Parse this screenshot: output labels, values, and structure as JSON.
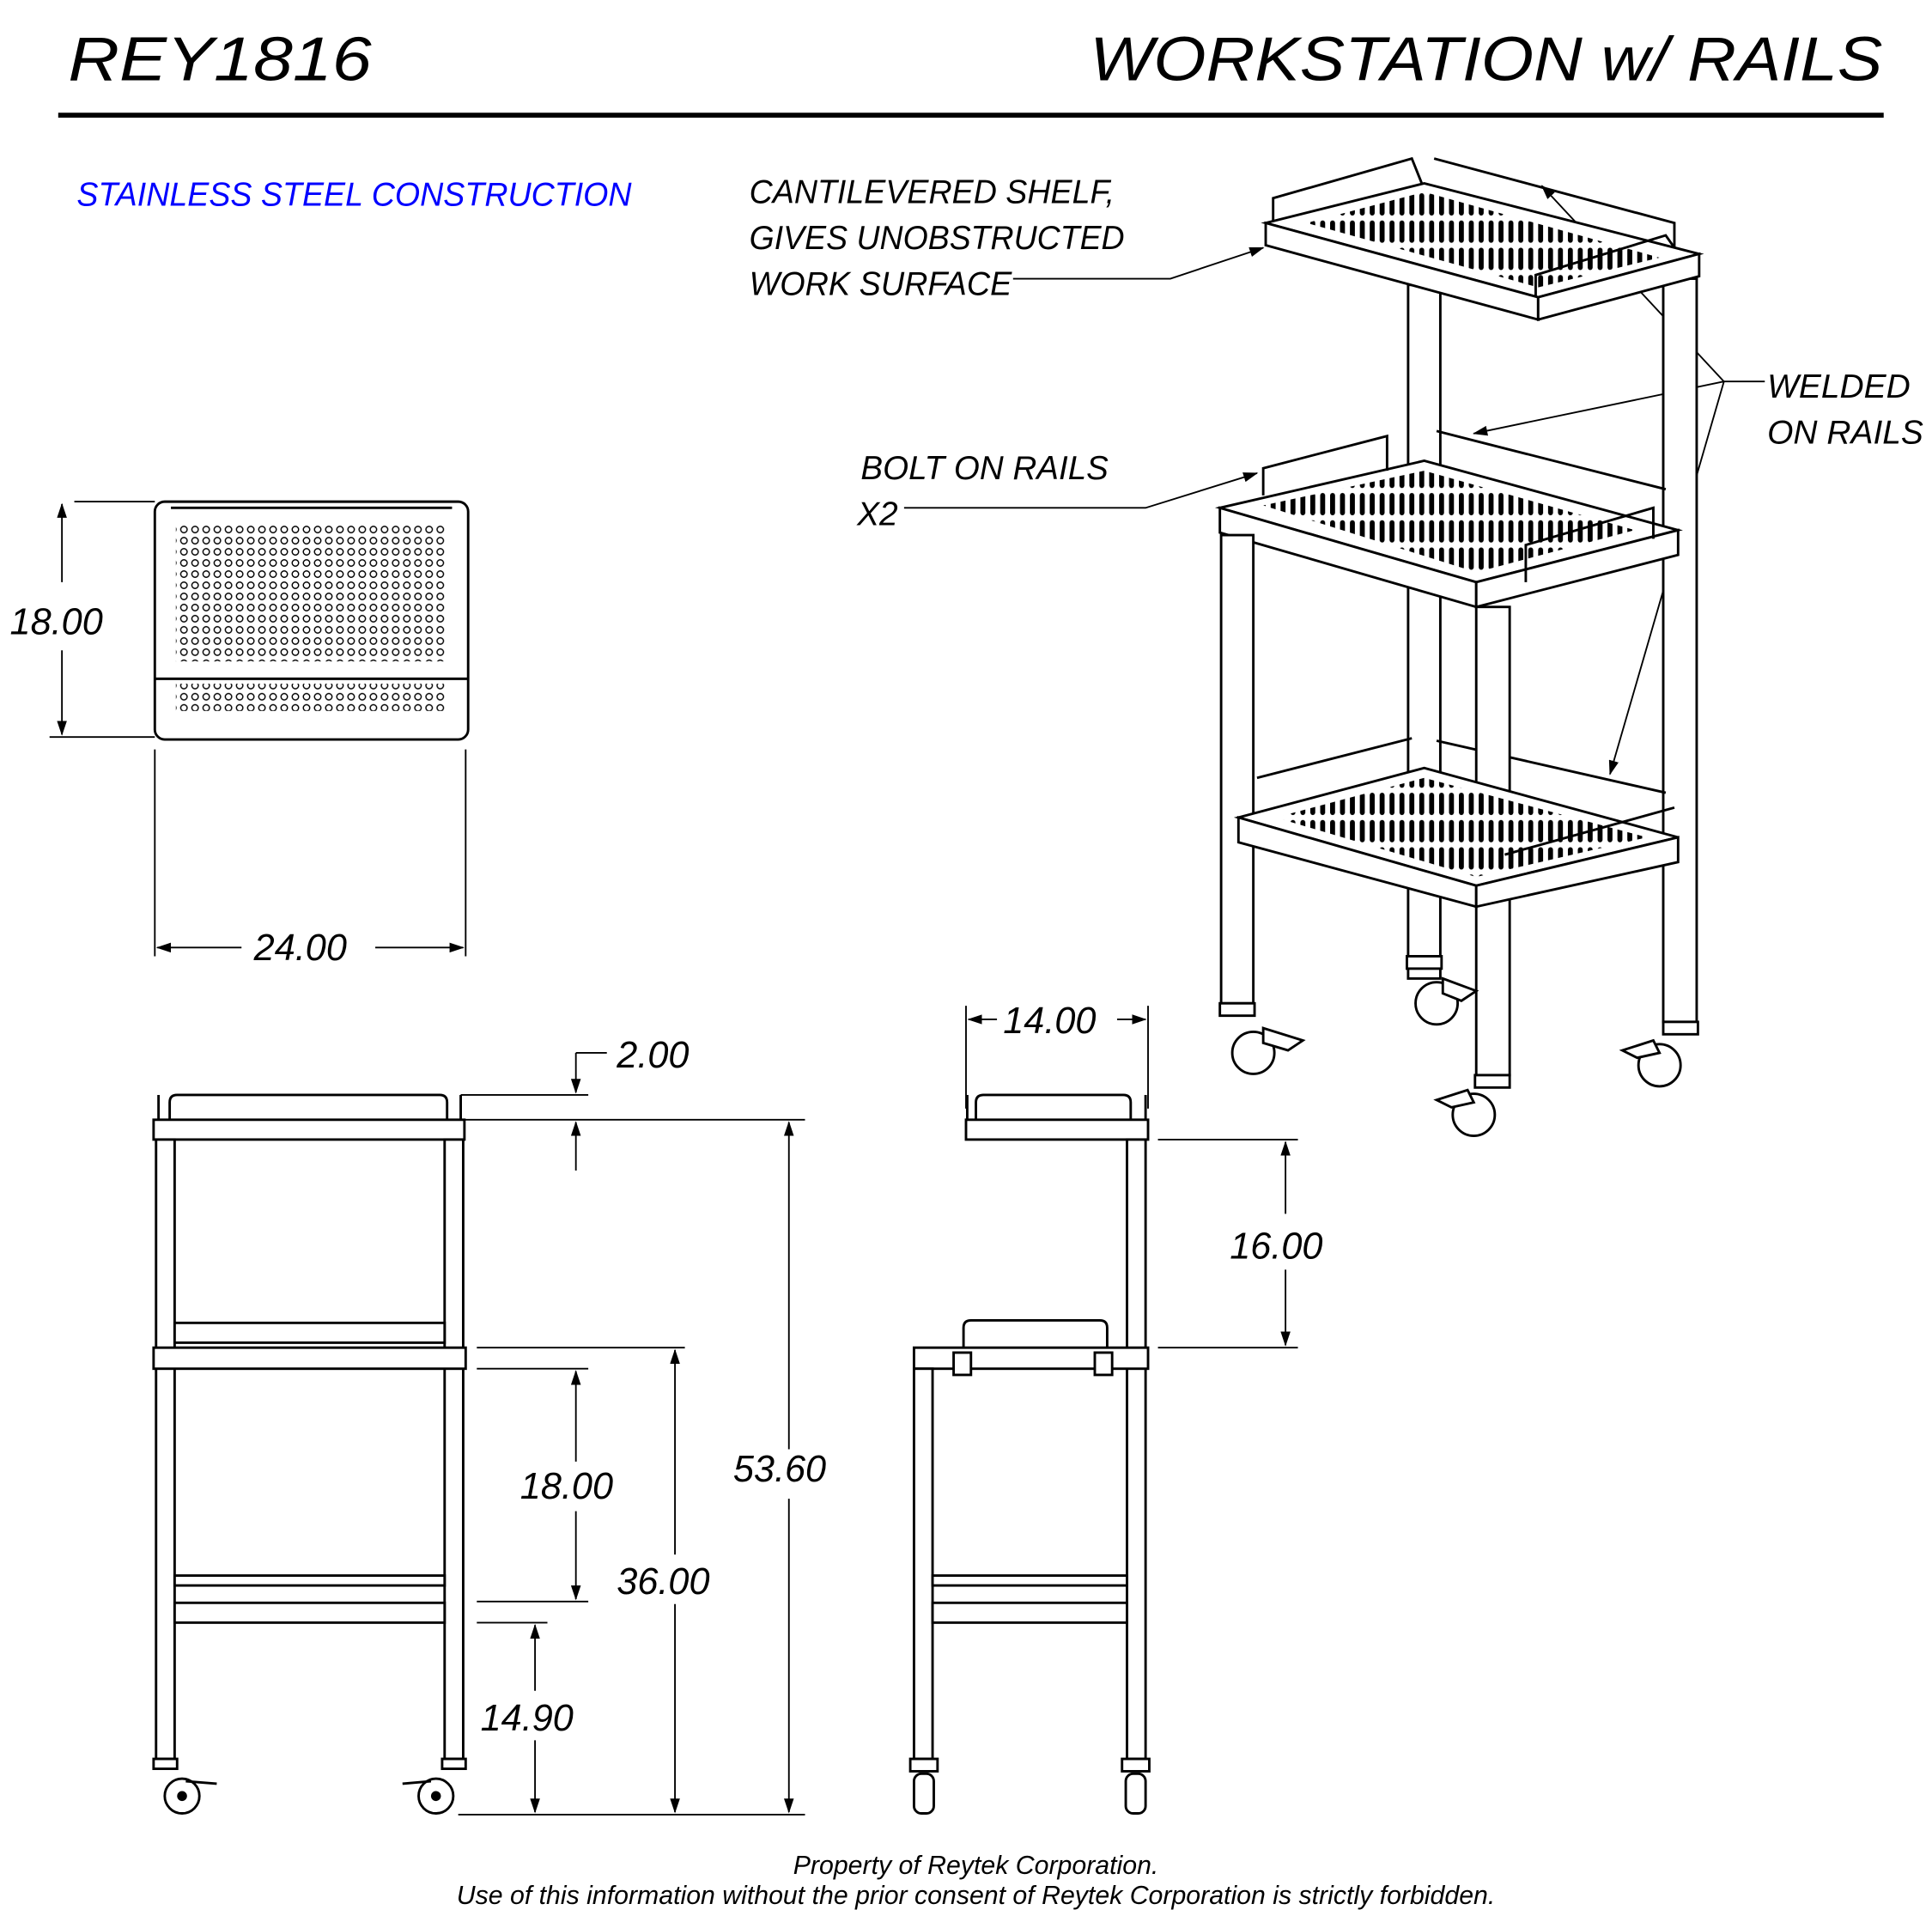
{
  "header": {
    "part_number": "REY1816",
    "title": "WORKSTATION w/ RAILS"
  },
  "notes": {
    "material": "STAINLESS STEEL CONSTRUCTION",
    "material_color": "#0000ff",
    "callout_shelf": [
      "CANTILEVERED SHELF,",
      "GIVES UNOBSTRUCTED",
      "WORK SURFACE"
    ],
    "callout_bolt": [
      "BOLT ON RAILS",
      "X2"
    ],
    "callout_welded": [
      "WELDED",
      "ON RAILS"
    ]
  },
  "dimensions": {
    "top_depth": "18.00",
    "top_width": "24.00",
    "rail_height": "2.00",
    "overall_height": "53.60",
    "mid_shelf_height": "36.00",
    "shelf_spacing": "18.00",
    "bottom_shelf_height": "14.90",
    "side_depth": "14.00",
    "upper_spacing": "16.00"
  },
  "footer": {
    "line1": "Property of Reytek Corporation.",
    "line2": "Use of this information without the prior consent of Reytek Corporation is strictly forbidden."
  }
}
